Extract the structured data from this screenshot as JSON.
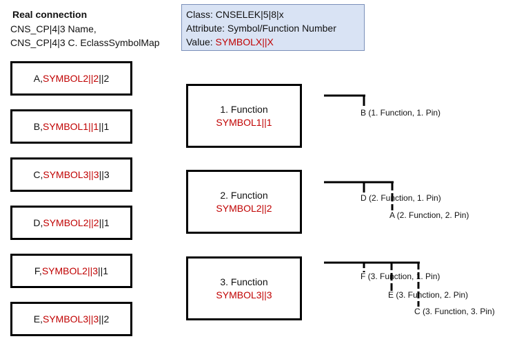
{
  "header": {
    "title": "Real connection",
    "line1": "CNS_CP|4|3 Name,",
    "line2": "CNS_CP|4|3 C. EclassSymbolMap"
  },
  "info": {
    "class_label": "Class: CNSELEK|5|8|x",
    "attribute_label": "Attribute: Symbol/Function Number",
    "value_prefix": "Value: ",
    "value": "SYMBOLX||X"
  },
  "connections": [
    {
      "prefix": "A, ",
      "symbol": "SYMBOL2||2",
      "suffix": "||2"
    },
    {
      "prefix": "B, ",
      "symbol": "SYMBOL1||1",
      "suffix": "||1"
    },
    {
      "prefix": "C, ",
      "symbol": "SYMBOL3||3",
      "suffix": "||3"
    },
    {
      "prefix": "D, ",
      "symbol": "SYMBOL2||2",
      "suffix": "||1"
    },
    {
      "prefix": "F, ",
      "symbol": "SYMBOL2||3",
      "suffix": "||1"
    },
    {
      "prefix": "E, ",
      "symbol": "SYMBOL3||3",
      "suffix": "||2"
    }
  ],
  "functions": [
    {
      "title": "1. Function",
      "symbol": "SYMBOL1||1"
    },
    {
      "title": "2. Function",
      "symbol": "SYMBOL2||2"
    },
    {
      "title": "3. Function",
      "symbol": "SYMBOL3||3"
    }
  ],
  "pins": [
    "B (1. Function, 1. Pin)",
    "D (2. Function, 1. Pin)",
    "A (2. Function, 2. Pin)",
    "F  (3. Function, 1. Pin)",
    "E (3. Function, 2. Pin)",
    "C (3. Function, 3. Pin)"
  ],
  "colors": {
    "accent_red": "#c00000",
    "info_bg": "#d9e3f4"
  }
}
